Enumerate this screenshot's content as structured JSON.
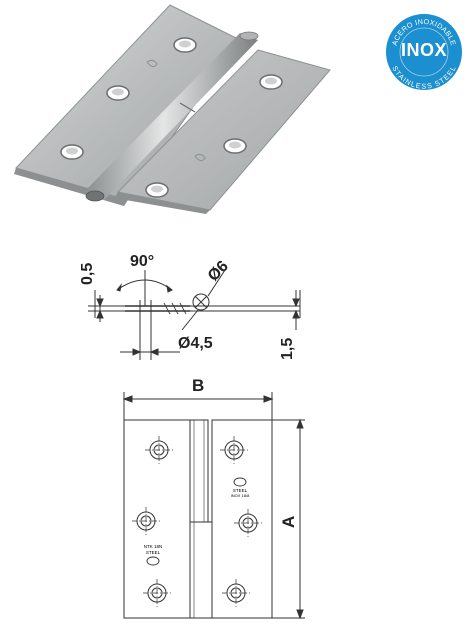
{
  "badge": {
    "top_arc": "ACERO INOXIDABLE",
    "main": "INOX",
    "bottom_arc": "STAINLESS STEEL",
    "color": "#1b8fd0"
  },
  "section": {
    "thickness": "0,5",
    "angle": "90°",
    "pin_diameter": "Ø6",
    "hole_diameter": "Ø4,5",
    "leaf_height": "1,5"
  },
  "front": {
    "width_label": "B",
    "height_label": "A",
    "stamp_right_1": "STEEL",
    "stamp_right_2": "INOX 18/8",
    "stamp_left_1": "NTK 18N",
    "stamp_left_2": "STEEL"
  },
  "icons": [
    "hinge-photo",
    "inox-badge",
    "countersunk-hole-icon"
  ]
}
